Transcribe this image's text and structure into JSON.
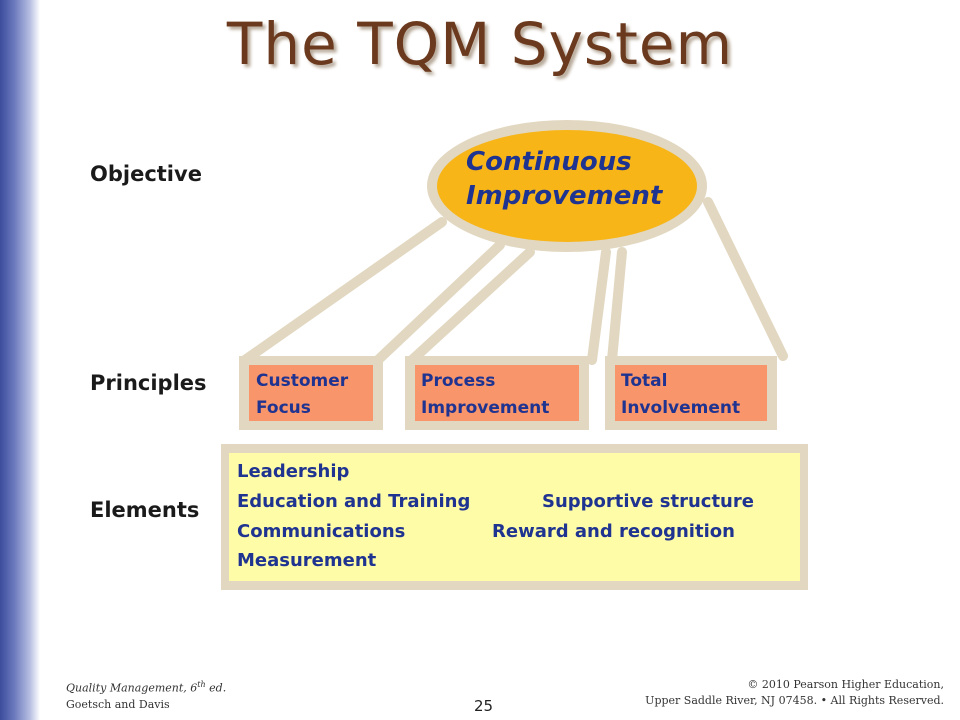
{
  "title": "The TQM System",
  "row_labels": {
    "objective": "Objective",
    "principles": "Principles",
    "elements": "Elements"
  },
  "objective": {
    "line1": "Continuous",
    "line2": "Improvement"
  },
  "principles": [
    {
      "line1": "Customer",
      "line2": "Focus"
    },
    {
      "line1": "Process",
      "line2": "Improvement"
    },
    {
      "line1": "Total",
      "line2": "Involvement"
    }
  ],
  "elements": {
    "leadership": "Leadership",
    "education": "Education and Training",
    "supportive": "Supportive structure",
    "communications": "Communications",
    "reward": "Reward and recognition",
    "measurement": "Measurement"
  },
  "footer": {
    "book_title_prefix": "Quality Management, 6",
    "book_title_sup": "th",
    "book_title_suffix": " ed.",
    "authors": "Goetsch and Davis",
    "copyright_line1": "© 2010 Pearson Higher Education,",
    "copyright_line2": "Upper Saddle River, NJ 07458. • All Rights Reserved.",
    "page_number": "25"
  },
  "colors": {
    "frame": "#e2d7c0",
    "objective_fill": "#f7b518",
    "principle_fill": "#f8956b",
    "elements_fill": "#fffca8",
    "text_blue": "#1f3390",
    "title_brown": "#6b3a1e"
  }
}
